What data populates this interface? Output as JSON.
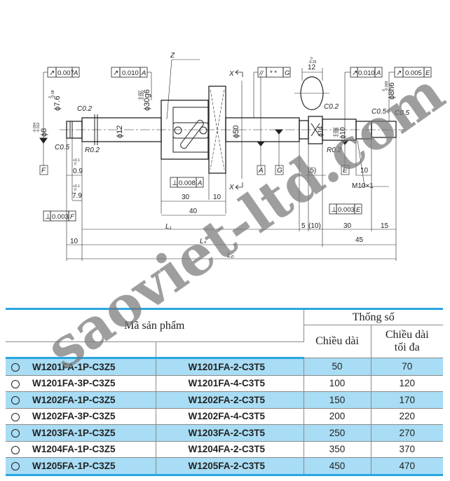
{
  "drawing": {
    "frames": {
      "f1": {
        "sym": "↗",
        "val": "0.007",
        "ref": "A"
      },
      "f2": {
        "sym": "↗",
        "val": "0.010",
        "ref": "A"
      },
      "f3": {
        "sym": "//",
        "val": "* *",
        "ref": "G"
      },
      "f4": {
        "sym": "↗",
        "val": "0.010",
        "ref": "A"
      },
      "f5": {
        "sym": "↗",
        "val": "0.005",
        "ref": "E"
      },
      "f6": {
        "sym": "⊥",
        "val": "0.008",
        "ref": "A"
      },
      "f7": {
        "sym": "⊥",
        "val": "0.003",
        "ref": "F"
      },
      "f8": {
        "sym": "⊥",
        "val": "0.003",
        "ref": "E"
      }
    },
    "datums": {
      "F": "F",
      "A": "A",
      "G": "G",
      "E": "E"
    },
    "diameters": {
      "d76": "ϕ7.6",
      "d76_tol_up": "0",
      "d76_tol_lo": "-0.08",
      "d8": "ϕ8",
      "d8_tol_up": "-0.004",
      "d8_tol_lo": "-0.012",
      "d12": "ϕ12",
      "d30": "ϕ30g6",
      "d30_tol_up": "-0.007",
      "d30_tol_lo": "-0.020",
      "d50": "ϕ50",
      "d14": "ϕ14",
      "d10": "ϕ10",
      "d10_tol_up": "-0.002",
      "d10_tol_lo": "-0.008",
      "d8h6": "ϕ8h6",
      "d8h6_tol_up": "0",
      "d8h6_tol_lo": "-0.009"
    },
    "chamfers": {
      "c02a": "C0.2",
      "c05a": "C0.5",
      "r02a": "R0.2",
      "c02b": "C0.2",
      "r02b": "R0.2",
      "c05b": "C0.5",
      "c05c": "C0.5"
    },
    "dims": {
      "d09": "0.9",
      "d09_tol_up": "+0.1",
      "d09_tol_lo": "0",
      "d79": "7.9",
      "d79_tol_up": "+0.1",
      "d79_tol_lo": "0",
      "d10a": "10",
      "d30a": "30",
      "d10b": "10",
      "d40": "40",
      "d12": "12",
      "d12_tol_up": "0",
      "d12_tol_lo": "-0.25",
      "d5p": "(5)",
      "d10c": "10",
      "thread": "M10×1",
      "d5": "5",
      "d10p": "(10)",
      "d30b": "30",
      "d15": "15",
      "d45": "45"
    },
    "lengths": {
      "l1": "L₁",
      "ls": "Lₛ",
      "l0": "L₀"
    },
    "section": {
      "x_top": "X",
      "x_bottom": "X",
      "z": "Z"
    }
  },
  "table": {
    "header": {
      "product_code": "Mã sản phẩm",
      "specs": "Thống số",
      "length": "Chiều dài",
      "max_length_1": "Chiều dài",
      "max_length_2": "tối đa"
    },
    "rows": [
      {
        "code1": "W1201FA-1P-C3Z5",
        "code2": "W1201FA-2-C3T5",
        "length": "50",
        "max_length": "70"
      },
      {
        "code1": "W1201FA-3P-C3Z5",
        "code2": "W1201FA-4-C3T5",
        "length": "100",
        "max_length": "120"
      },
      {
        "code1": "W1202FA-1P-C3Z5",
        "code2": "W1202FA-2-C3T5",
        "length": "150",
        "max_length": "170"
      },
      {
        "code1": "W1202FA-3P-C3Z5",
        "code2": "W1202FA-4-C3T5",
        "length": "200",
        "max_length": "220"
      },
      {
        "code1": "W1203FA-1P-C3Z5",
        "code2": "W1203FA-2-C3T5",
        "length": "250",
        "max_length": "270"
      },
      {
        "code1": "W1204FA-1P-C3Z5",
        "code2": "W1204FA-2-C3T5",
        "length": "350",
        "max_length": "370"
      },
      {
        "code1": "W1205FA-1P-C3Z5",
        "code2": "W1205FA-2-C3T5",
        "length": "450",
        "max_length": "470"
      }
    ]
  },
  "watermark": "saoviet-ltd.com",
  "colors": {
    "accent": "#2aa6e0",
    "row_fill": "#a8ddf5"
  }
}
